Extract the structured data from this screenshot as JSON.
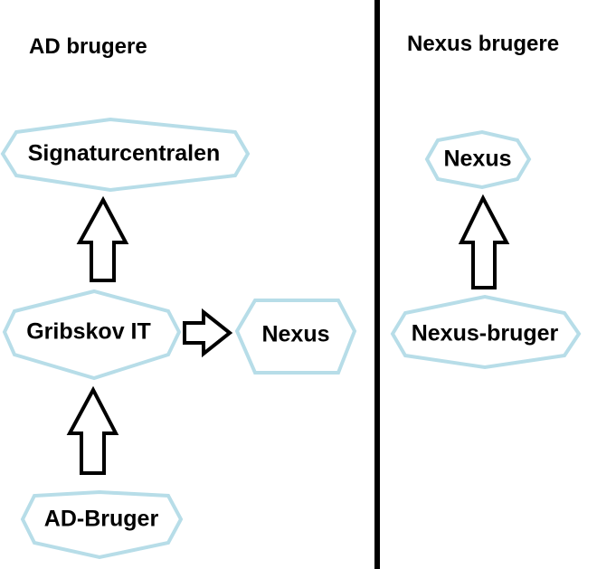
{
  "colors": {
    "node_border": "#b7dde8",
    "arrow_stroke": "#000000",
    "arrow_fill": "#ffffff",
    "divider": "#000000",
    "text": "#000000"
  },
  "sections": {
    "left_title": "AD brugere",
    "right_title": "Nexus brugere"
  },
  "nodes": {
    "signaturcentralen": "Signaturcentralen",
    "gribskov_it": "Gribskov IT",
    "nexus_left": "Nexus",
    "ad_bruger": "AD-Bruger",
    "nexus_right": "Nexus",
    "nexus_bruger": "Nexus-bruger"
  },
  "edges": [
    {
      "from": "AD-Bruger",
      "to": "Gribskov IT"
    },
    {
      "from": "Gribskov IT",
      "to": "Signaturcentralen"
    },
    {
      "from": "Gribskov IT",
      "to": "Nexus"
    },
    {
      "from": "Nexus-bruger",
      "to": "Nexus"
    }
  ]
}
